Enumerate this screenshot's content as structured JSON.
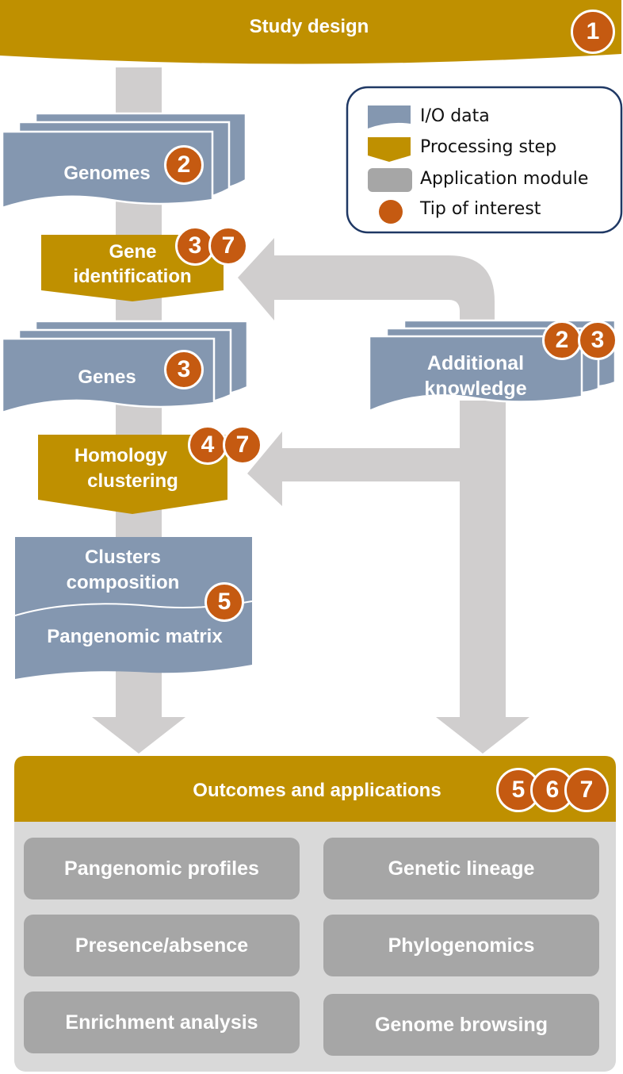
{
  "header": {
    "title": "Study design",
    "badge": "1"
  },
  "legend": {
    "io": "I/O data",
    "processing": "Processing step",
    "application": "Application module",
    "tip": "Tip of interest"
  },
  "nodes": {
    "genomes": {
      "label": "Genomes",
      "badge": "2"
    },
    "gene_identification": {
      "line1": "Gene",
      "line2": "identification",
      "badges": [
        "3",
        "7"
      ]
    },
    "genes": {
      "label": "Genes",
      "badge": "3"
    },
    "additional": {
      "line1": "Additional",
      "line2": "knowledge",
      "badges": [
        "2",
        "3"
      ]
    },
    "homology": {
      "line1": "Homology",
      "line2": "clustering",
      "badges": [
        "4",
        "7"
      ]
    },
    "clusters": {
      "line1": "Clusters",
      "line2": "composition",
      "line3": "Pangenomic matrix",
      "badge": "5"
    }
  },
  "outcomes": {
    "title": "Outcomes and applications",
    "badges": [
      "5",
      "6",
      "7"
    ],
    "apps": [
      "Pangenomic profiles",
      "Genetic lineage",
      "Presence/absence",
      "Phylogenomics",
      "Enrichment analysis",
      "Genome browsing"
    ]
  },
  "colors": {
    "io": "#8497b0",
    "processing": "#bf9000",
    "application": "#a6a6a6",
    "tip": "#c55a11",
    "flow": "#d0cece"
  }
}
